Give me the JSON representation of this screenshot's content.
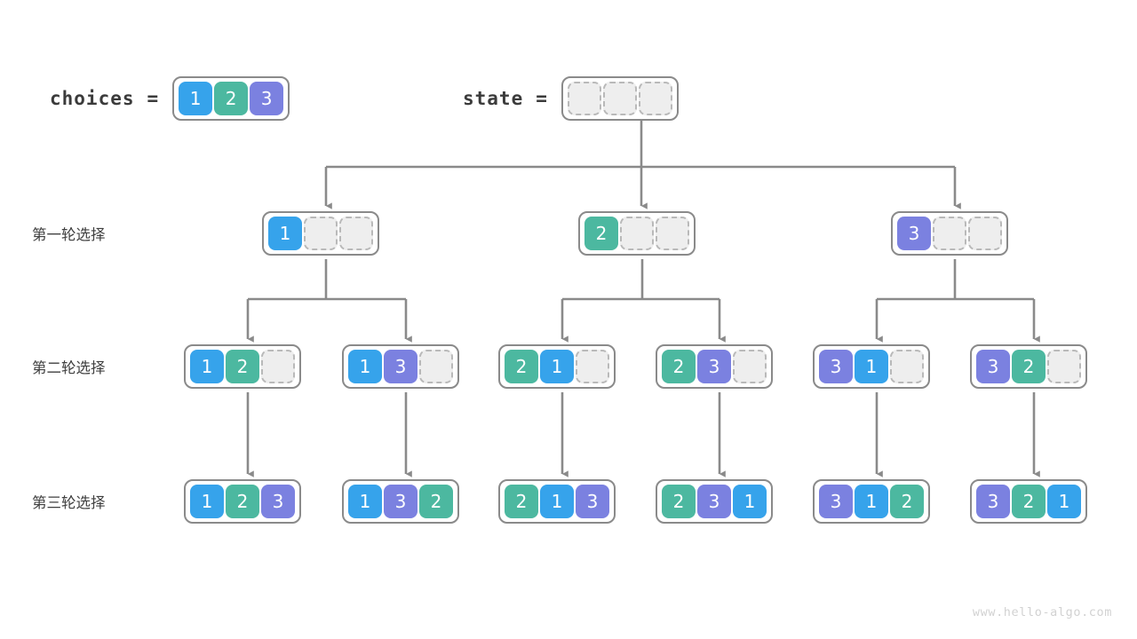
{
  "header": {
    "choices": {
      "label": "choices",
      "equals": "=",
      "cells": [
        {
          "value": "1",
          "filled": true
        },
        {
          "value": "2",
          "filled": true
        },
        {
          "value": "3",
          "filled": true
        }
      ]
    },
    "state": {
      "label": "state",
      "equals": "=",
      "cells": [
        {
          "value": "",
          "filled": false
        },
        {
          "value": "",
          "filled": false
        },
        {
          "value": "",
          "filled": false
        }
      ]
    }
  },
  "rows": [
    {
      "label": "第一轮选择"
    },
    {
      "label": "第二轮选择"
    },
    {
      "label": "第三轮选择"
    }
  ],
  "level1": [
    {
      "cells": [
        {
          "value": "1",
          "filled": true
        },
        {
          "value": "",
          "filled": false
        },
        {
          "value": "",
          "filled": false
        }
      ]
    },
    {
      "cells": [
        {
          "value": "2",
          "filled": true
        },
        {
          "value": "",
          "filled": false
        },
        {
          "value": "",
          "filled": false
        }
      ]
    },
    {
      "cells": [
        {
          "value": "3",
          "filled": true
        },
        {
          "value": "",
          "filled": false
        },
        {
          "value": "",
          "filled": false
        }
      ]
    }
  ],
  "level2": [
    {
      "cells": [
        {
          "value": "1",
          "filled": true
        },
        {
          "value": "2",
          "filled": true
        },
        {
          "value": "",
          "filled": false
        }
      ]
    },
    {
      "cells": [
        {
          "value": "1",
          "filled": true
        },
        {
          "value": "3",
          "filled": true
        },
        {
          "value": "",
          "filled": false
        }
      ]
    },
    {
      "cells": [
        {
          "value": "2",
          "filled": true
        },
        {
          "value": "1",
          "filled": true
        },
        {
          "value": "",
          "filled": false
        }
      ]
    },
    {
      "cells": [
        {
          "value": "2",
          "filled": true
        },
        {
          "value": "3",
          "filled": true
        },
        {
          "value": "",
          "filled": false
        }
      ]
    },
    {
      "cells": [
        {
          "value": "3",
          "filled": true
        },
        {
          "value": "1",
          "filled": true
        },
        {
          "value": "",
          "filled": false
        }
      ]
    },
    {
      "cells": [
        {
          "value": "3",
          "filled": true
        },
        {
          "value": "2",
          "filled": true
        },
        {
          "value": "",
          "filled": false
        }
      ]
    }
  ],
  "level3": [
    {
      "cells": [
        {
          "value": "1",
          "filled": true
        },
        {
          "value": "2",
          "filled": true
        },
        {
          "value": "3",
          "filled": true
        }
      ]
    },
    {
      "cells": [
        {
          "value": "1",
          "filled": true
        },
        {
          "value": "3",
          "filled": true
        },
        {
          "value": "2",
          "filled": true
        }
      ]
    },
    {
      "cells": [
        {
          "value": "2",
          "filled": true
        },
        {
          "value": "1",
          "filled": true
        },
        {
          "value": "3",
          "filled": true
        }
      ]
    },
    {
      "cells": [
        {
          "value": "2",
          "filled": true
        },
        {
          "value": "3",
          "filled": true
        },
        {
          "value": "1",
          "filled": true
        }
      ]
    },
    {
      "cells": [
        {
          "value": "3",
          "filled": true
        },
        {
          "value": "1",
          "filled": true
        },
        {
          "value": "2",
          "filled": true
        }
      ]
    },
    {
      "cells": [
        {
          "value": "3",
          "filled": true
        },
        {
          "value": "2",
          "filled": true
        },
        {
          "value": "1",
          "filled": true
        }
      ]
    }
  ],
  "watermark": "www.hello-algo.com",
  "colors": {
    "value1": "#36a3eb",
    "value2": "#4cb8a0",
    "value3": "#7b81e0",
    "empty_fill": "#eeeeee",
    "empty_border": "#b9b9b9",
    "group_border": "#8a8a8a",
    "edge": "#8a8a8a",
    "text": "#3b3b3b",
    "watermark": "#d2d2d2"
  },
  "layout": {
    "level1_centers": [
      367,
      723,
      1075
    ],
    "level2_centers": [
      279,
      457,
      633,
      810,
      987,
      1164
    ],
    "level3_centers": [
      279,
      457,
      633,
      810,
      987,
      1164
    ],
    "state_center": 722,
    "row_y": [
      262,
      412,
      564
    ]
  }
}
